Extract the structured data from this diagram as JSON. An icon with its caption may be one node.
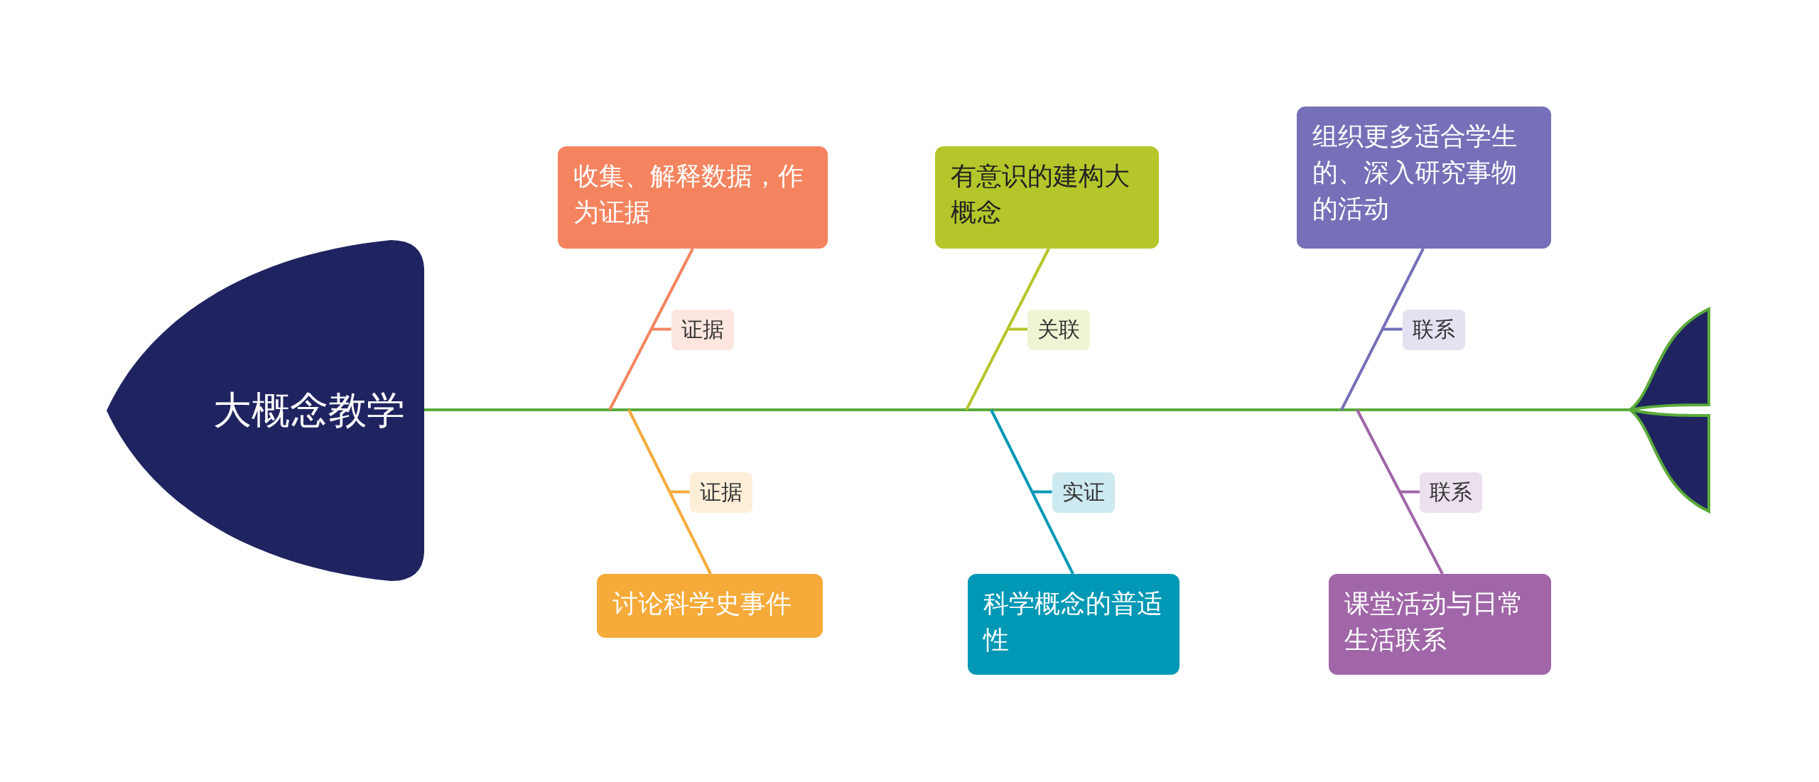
{
  "diagram": {
    "nodes": [
      {
        "text": [
          "大概念教学"
        ]
      },
      {
        "text": [
          "收集、解释数据，作为证据"
        ]
      },
      {
        "text": [
          "有意识的建构大概念"
        ]
      },
      {
        "text": [
          "组织更多适合学生的、深入研究事物的活动"
        ]
      },
      {
        "text": [
          "讨论科学史事件"
        ]
      },
      {
        "text": [
          "科学概念的普适性"
        ]
      },
      {
        "text": [
          "课堂活动与日常生活联系"
        ]
      },
      {
        "text": [],
        "shape": "tail"
      }
    ],
    "edges": [
      {
        "from": 0,
        "to": 7,
        "arrow": "none"
      },
      {
        "from": 1,
        "to": null,
        "arrow": "none",
        "label": "证据",
        "color": "#f4845f"
      },
      {
        "from": 2,
        "to": null,
        "arrow": "none",
        "label": "关联",
        "color": "#b5c62a"
      },
      {
        "from": 3,
        "to": null,
        "arrow": "none",
        "label": "联系",
        "color": "#7570b8"
      },
      {
        "from": 4,
        "to": null,
        "arrow": "none",
        "label": "证据",
        "color": "#f5aa3a"
      },
      {
        "from": 5,
        "to": null,
        "arrow": "none",
        "label": "实证",
        "color": "#0098b5"
      },
      {
        "from": 6,
        "to": null,
        "arrow": "none",
        "label": "联系",
        "color": "#a066a8"
      }
    ]
  }
}
